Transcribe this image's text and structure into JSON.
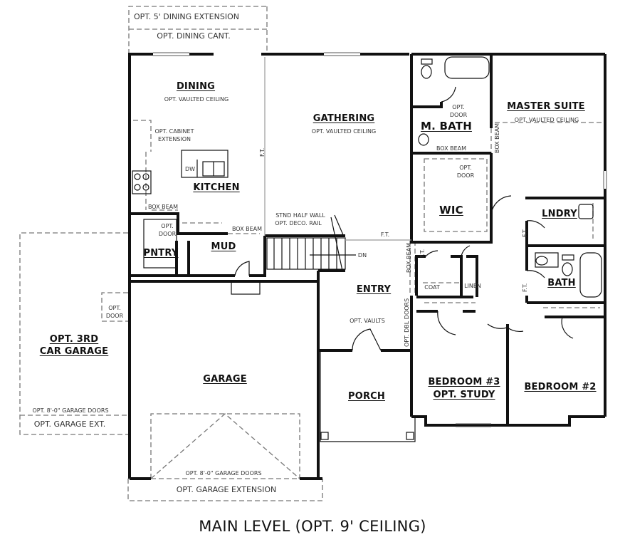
{
  "drawing": {
    "title": "MAIN LEVEL (OPT. 9' CEILING)",
    "colors": {
      "wall": "#111111",
      "dashed": "#777777",
      "text": "#222222",
      "background": "#ffffff"
    }
  },
  "rooms": {
    "dining": {
      "name": "DINING",
      "note": "OPT. VAULTED CEILING"
    },
    "gathering": {
      "name": "GATHERING",
      "note": "OPT. VAULTED CEILING"
    },
    "kitchen": {
      "name": "KITCHEN",
      "note": "OPT. CABINET EXTENSION",
      "note_line1": "OPT. CABINET",
      "note_line2": "EXTENSION",
      "dishwasher": "DW"
    },
    "master_bath": {
      "name": "M. BATH"
    },
    "master_suite": {
      "name": "MASTER SUITE",
      "note": "OPT. VAULTED CEILING"
    },
    "wic": {
      "name": "WIC"
    },
    "laundry": {
      "name": "LNDRY"
    },
    "pantry": {
      "name": "PNTRY"
    },
    "mud": {
      "name": "MUD"
    },
    "entry": {
      "name": "ENTRY",
      "note": "OPT. VAULTS"
    },
    "coat": {
      "name": "COAT"
    },
    "linen": {
      "name": "LINEN"
    },
    "bath": {
      "name": "BATH"
    },
    "garage": {
      "name": "GARAGE"
    },
    "porch": {
      "name": "PORCH"
    },
    "bedroom3": {
      "name_line1": "BEDROOM #3",
      "name_line2": "OPT. STUDY"
    },
    "bedroom2": {
      "name": "BEDROOM #2"
    },
    "opt_3rd_garage": {
      "name_line1": "OPT. 3RD",
      "name_line2": "CAR GARAGE"
    }
  },
  "annotations": {
    "opt_dining_extension": "OPT. 5' DINING EXTENSION",
    "opt_dining_cant": "OPT. DINING CANT.",
    "box_beam": "BOX BEAM",
    "opt_door_line1": "OPT.",
    "opt_door_line2": "DOOR",
    "ft": "F.T.",
    "stnd_half_wall": "STND HALF WALL",
    "opt_deco_rail": "OPT. DECO. RAIL",
    "stair_dn": "DN",
    "opt_dbl_doors": "OPT. DBL DOORS",
    "opt_garage_doors": "OPT. 8'-0\" GARAGE DOORS",
    "opt_garage_ext": "OPT. GARAGE EXT.",
    "opt_garage_extension": "OPT. GARAGE EXTENSION"
  }
}
